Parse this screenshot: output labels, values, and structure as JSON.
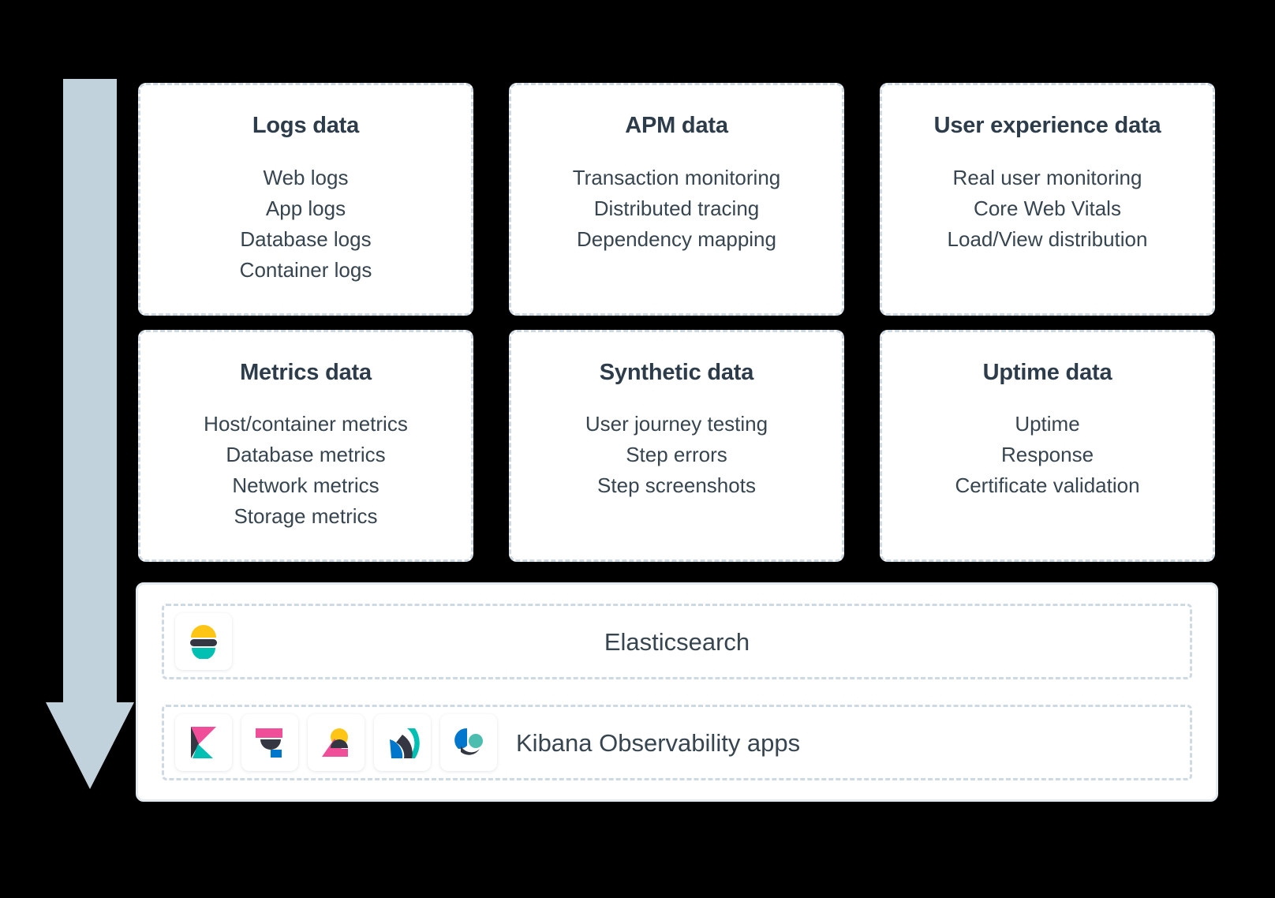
{
  "diagram": {
    "flow_arrow": {
      "icon": "down-arrow-icon",
      "color": "#c2d2dd"
    }
  },
  "cards": [
    {
      "id": "logs-data",
      "title": "Logs data",
      "items": [
        "Web logs",
        "App logs",
        "Database logs",
        "Container logs"
      ]
    },
    {
      "id": "apm-data",
      "title": "APM data",
      "items": [
        "Transaction monitoring",
        "Distributed tracing",
        "Dependency mapping"
      ]
    },
    {
      "id": "user-experience-data",
      "title": "User experience data",
      "items": [
        "Real user monitoring",
        "Core Web Vitals",
        "Load/View distribution"
      ]
    },
    {
      "id": "metrics-data",
      "title": "Metrics data",
      "items": [
        "Host/container metrics",
        "Database metrics",
        "Network metrics",
        "Storage metrics"
      ]
    },
    {
      "id": "synthetic-data",
      "title": "Synthetic data",
      "items": [
        "User journey testing",
        "Step errors",
        "Step screenshots"
      ]
    },
    {
      "id": "uptime-data",
      "title": "Uptime data",
      "items": [
        "Uptime",
        "Response",
        "Certificate validation"
      ]
    }
  ],
  "platform": {
    "elasticsearch_row": {
      "label": "Elasticsearch",
      "logo": "elasticsearch-logo-icon"
    },
    "kibana_row": {
      "label": "Kibana Observability apps",
      "logos": [
        "kibana-logo-icon",
        "logs-app-logo-icon",
        "apm-app-logo-icon",
        "metrics-app-logo-icon",
        "uptime-app-logo-icon"
      ]
    }
  },
  "colors": {
    "background": "#000000",
    "card_background": "#ffffff",
    "dashed_border": "#cdd9e3",
    "panel_border": "#e3ebf1",
    "text": "#36454f",
    "title": "#2d3c4a",
    "arrow": "#c2d2dd",
    "elastic_yellow": "#fec514",
    "elastic_teal": "#00bfb3",
    "elastic_dark": "#343741",
    "elastic_pink": "#f04e98",
    "elastic_blue": "#0077cc"
  }
}
